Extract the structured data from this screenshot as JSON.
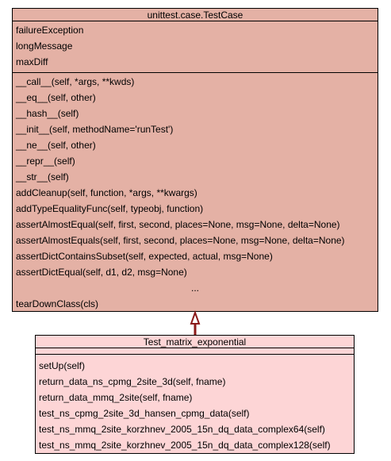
{
  "diagram": {
    "base_class": {
      "name": "unittest.case.TestCase",
      "attributes": [
        "failureException",
        "longMessage",
        "maxDiff"
      ],
      "methods": [
        "__call__(self, *args, **kwds)",
        "__eq__(self, other)",
        "__hash__(self)",
        "__init__(self, methodName='runTest')",
        "__ne__(self, other)",
        "__repr__(self)",
        "__str__(self)",
        "addCleanup(self, function, *args, **kwargs)",
        "addTypeEqualityFunc(self, typeobj, function)",
        "assertAlmostEqual(self, first, second, places=None, msg=None, delta=None)",
        "assertAlmostEquals(self, first, second, places=None, msg=None, delta=None)",
        "assertDictContainsSubset(self, expected, actual, msg=None)",
        "assertDictEqual(self, d1, d2, msg=None)"
      ],
      "ellipsis": "...",
      "trailing_methods": [
        "tearDownClass(cls)"
      ],
      "fill_color": "#e4b1a5"
    },
    "derived_class": {
      "name": "Test_matrix_exponential",
      "methods": [
        "setUp(self)",
        "return_data_ns_cpmg_2site_3d(self, fname)",
        "return_data_mmq_2site(self, fname)",
        "test_ns_cpmg_2site_3d_hansen_cpmg_data(self)",
        "test_ns_mmq_2site_korzhnev_2005_15n_dq_data_complex64(self)",
        "test_ns_mmq_2site_korzhnev_2005_15n_dq_data_complex128(self)"
      ],
      "fill_color": "#fdd5d6"
    },
    "relationship": {
      "type": "inheritance",
      "arrow_color": "#8b1a1a"
    }
  }
}
